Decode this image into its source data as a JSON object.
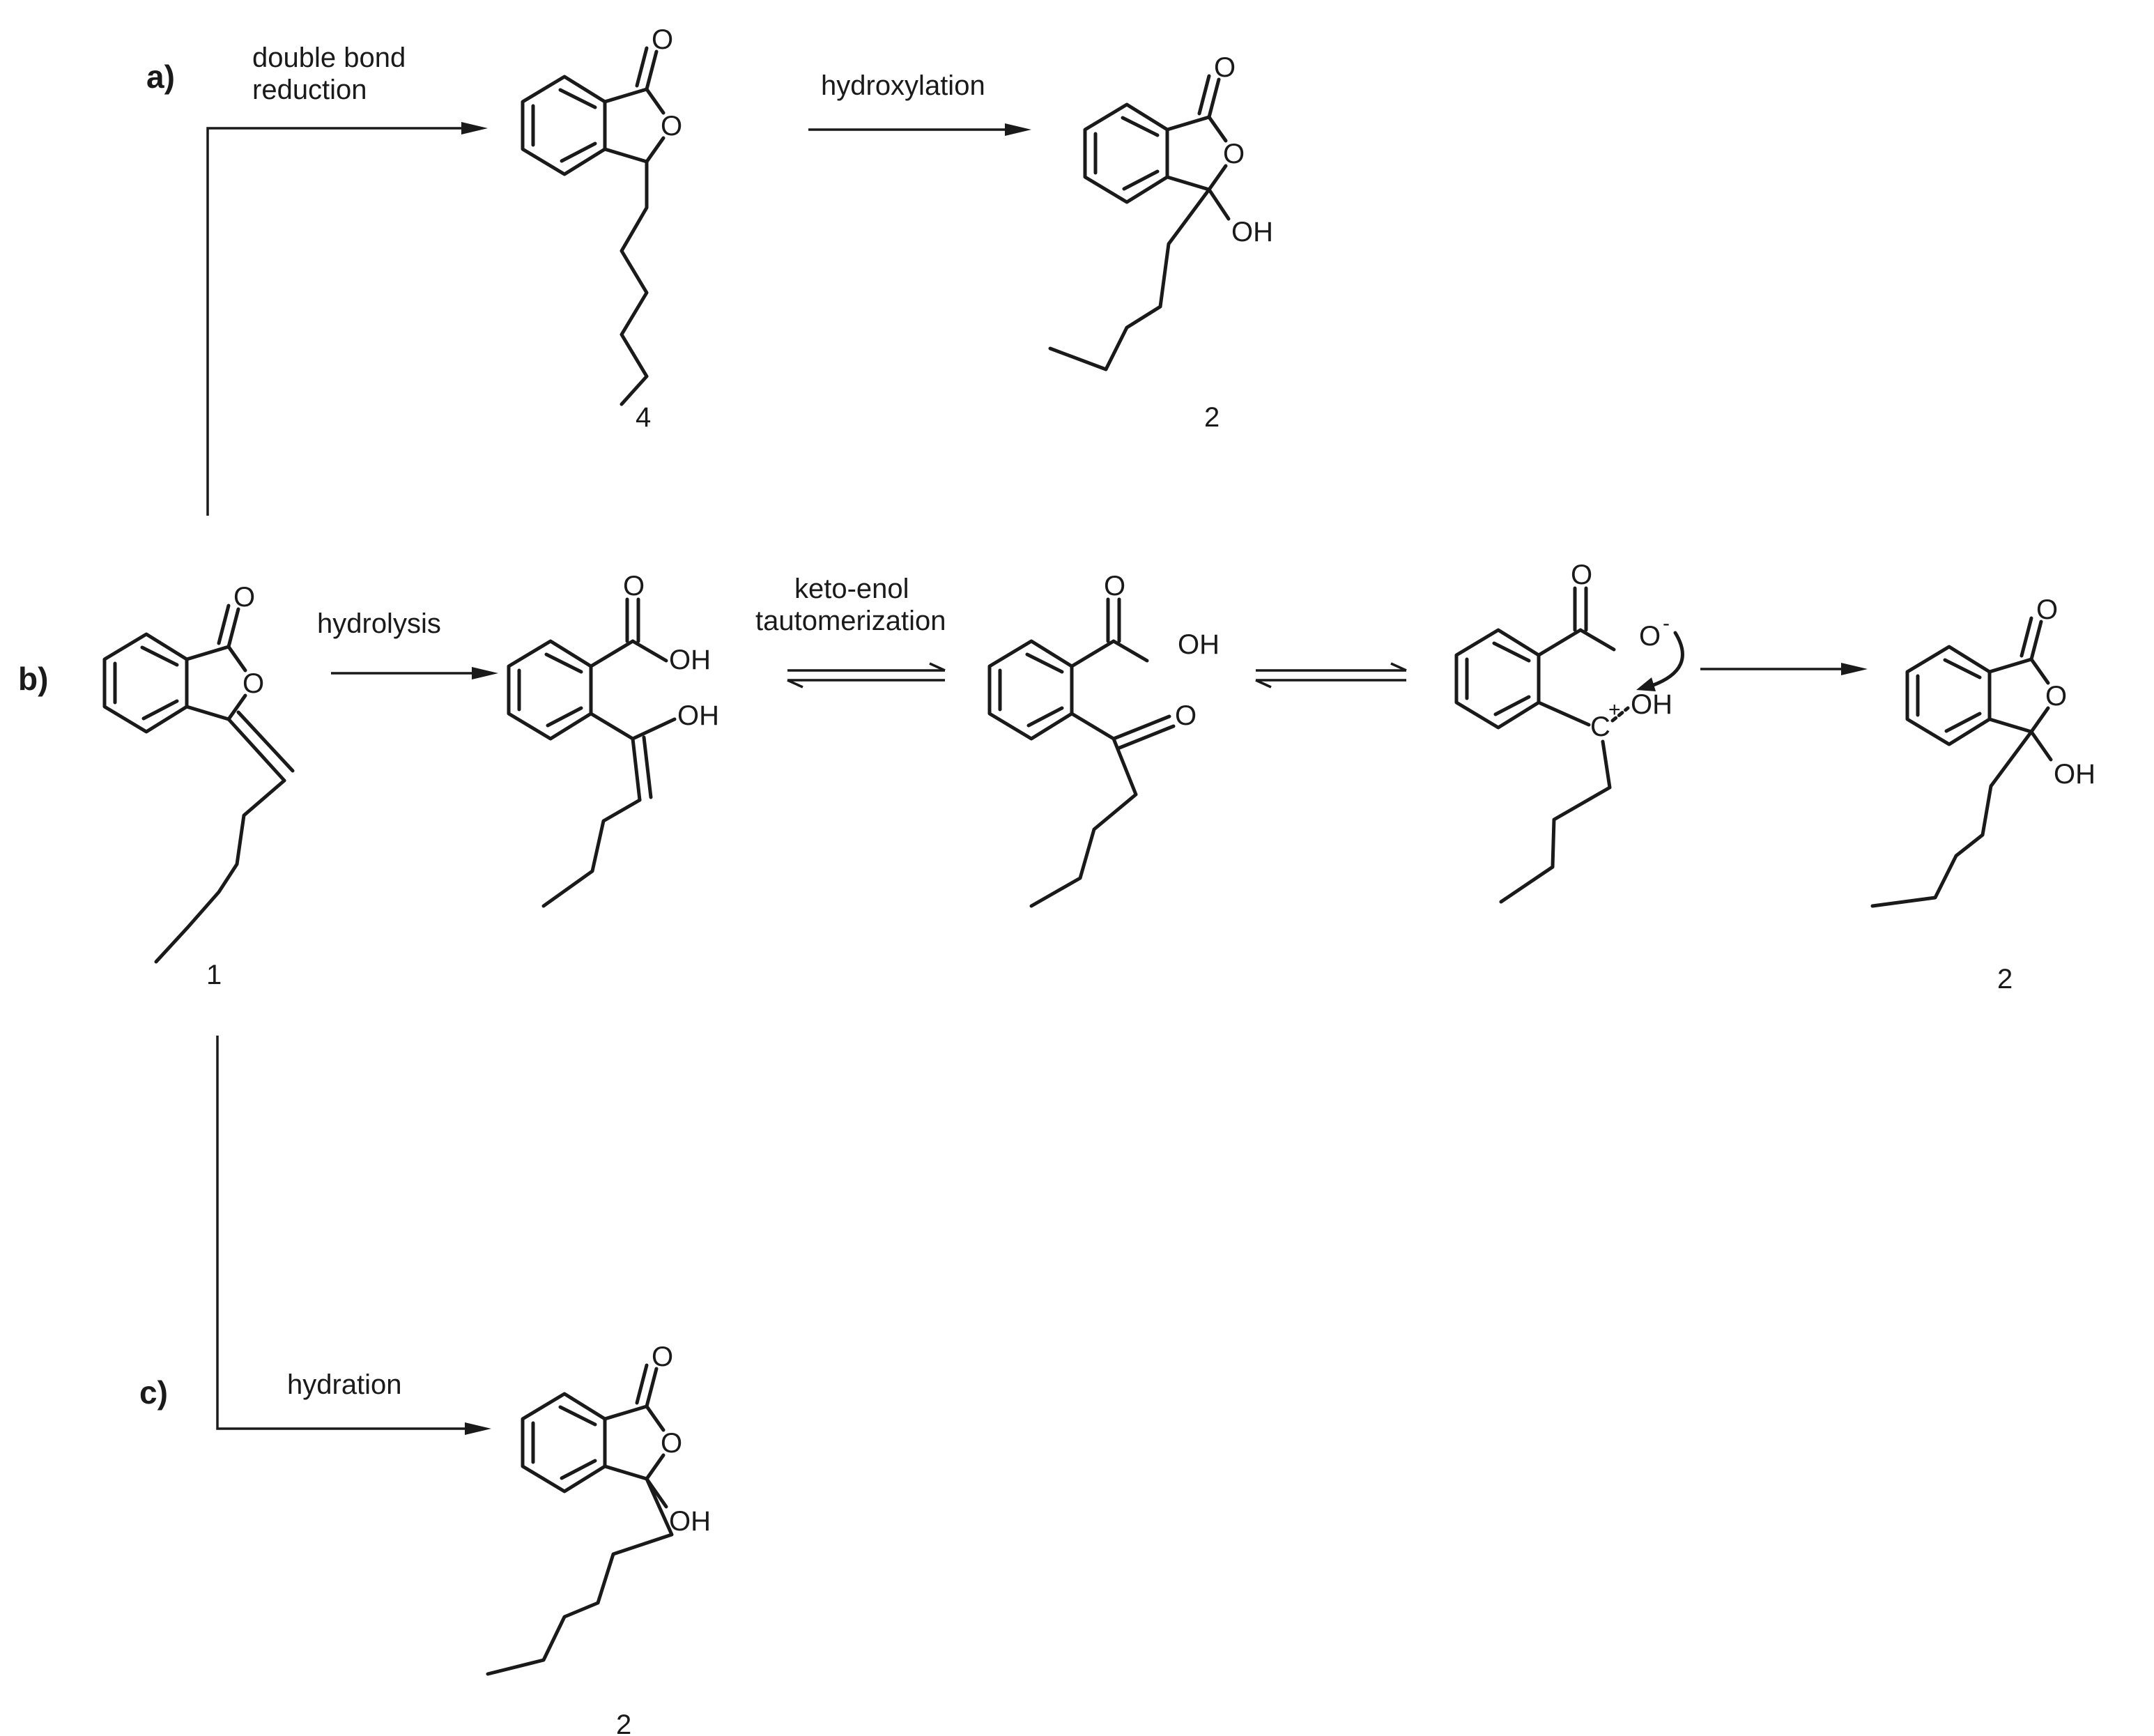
{
  "routes": {
    "a": {
      "label": "a)",
      "step1_line1": "double bond",
      "step1_line2": "reduction",
      "step2": "hydroxylation",
      "intermediate_number": "4",
      "product_number": "2"
    },
    "b": {
      "label": "b)",
      "step1": "hydrolysis",
      "step2_line1": "keto-enol",
      "step2_line2": "tautomerization",
      "start_number": "1",
      "product_number": "2"
    },
    "c": {
      "label": "c)",
      "step1": "hydration",
      "product_number": "2"
    }
  },
  "atoms": {
    "O": "O",
    "OH": "OH",
    "C": "C",
    "minus": "-",
    "plus": "+"
  }
}
